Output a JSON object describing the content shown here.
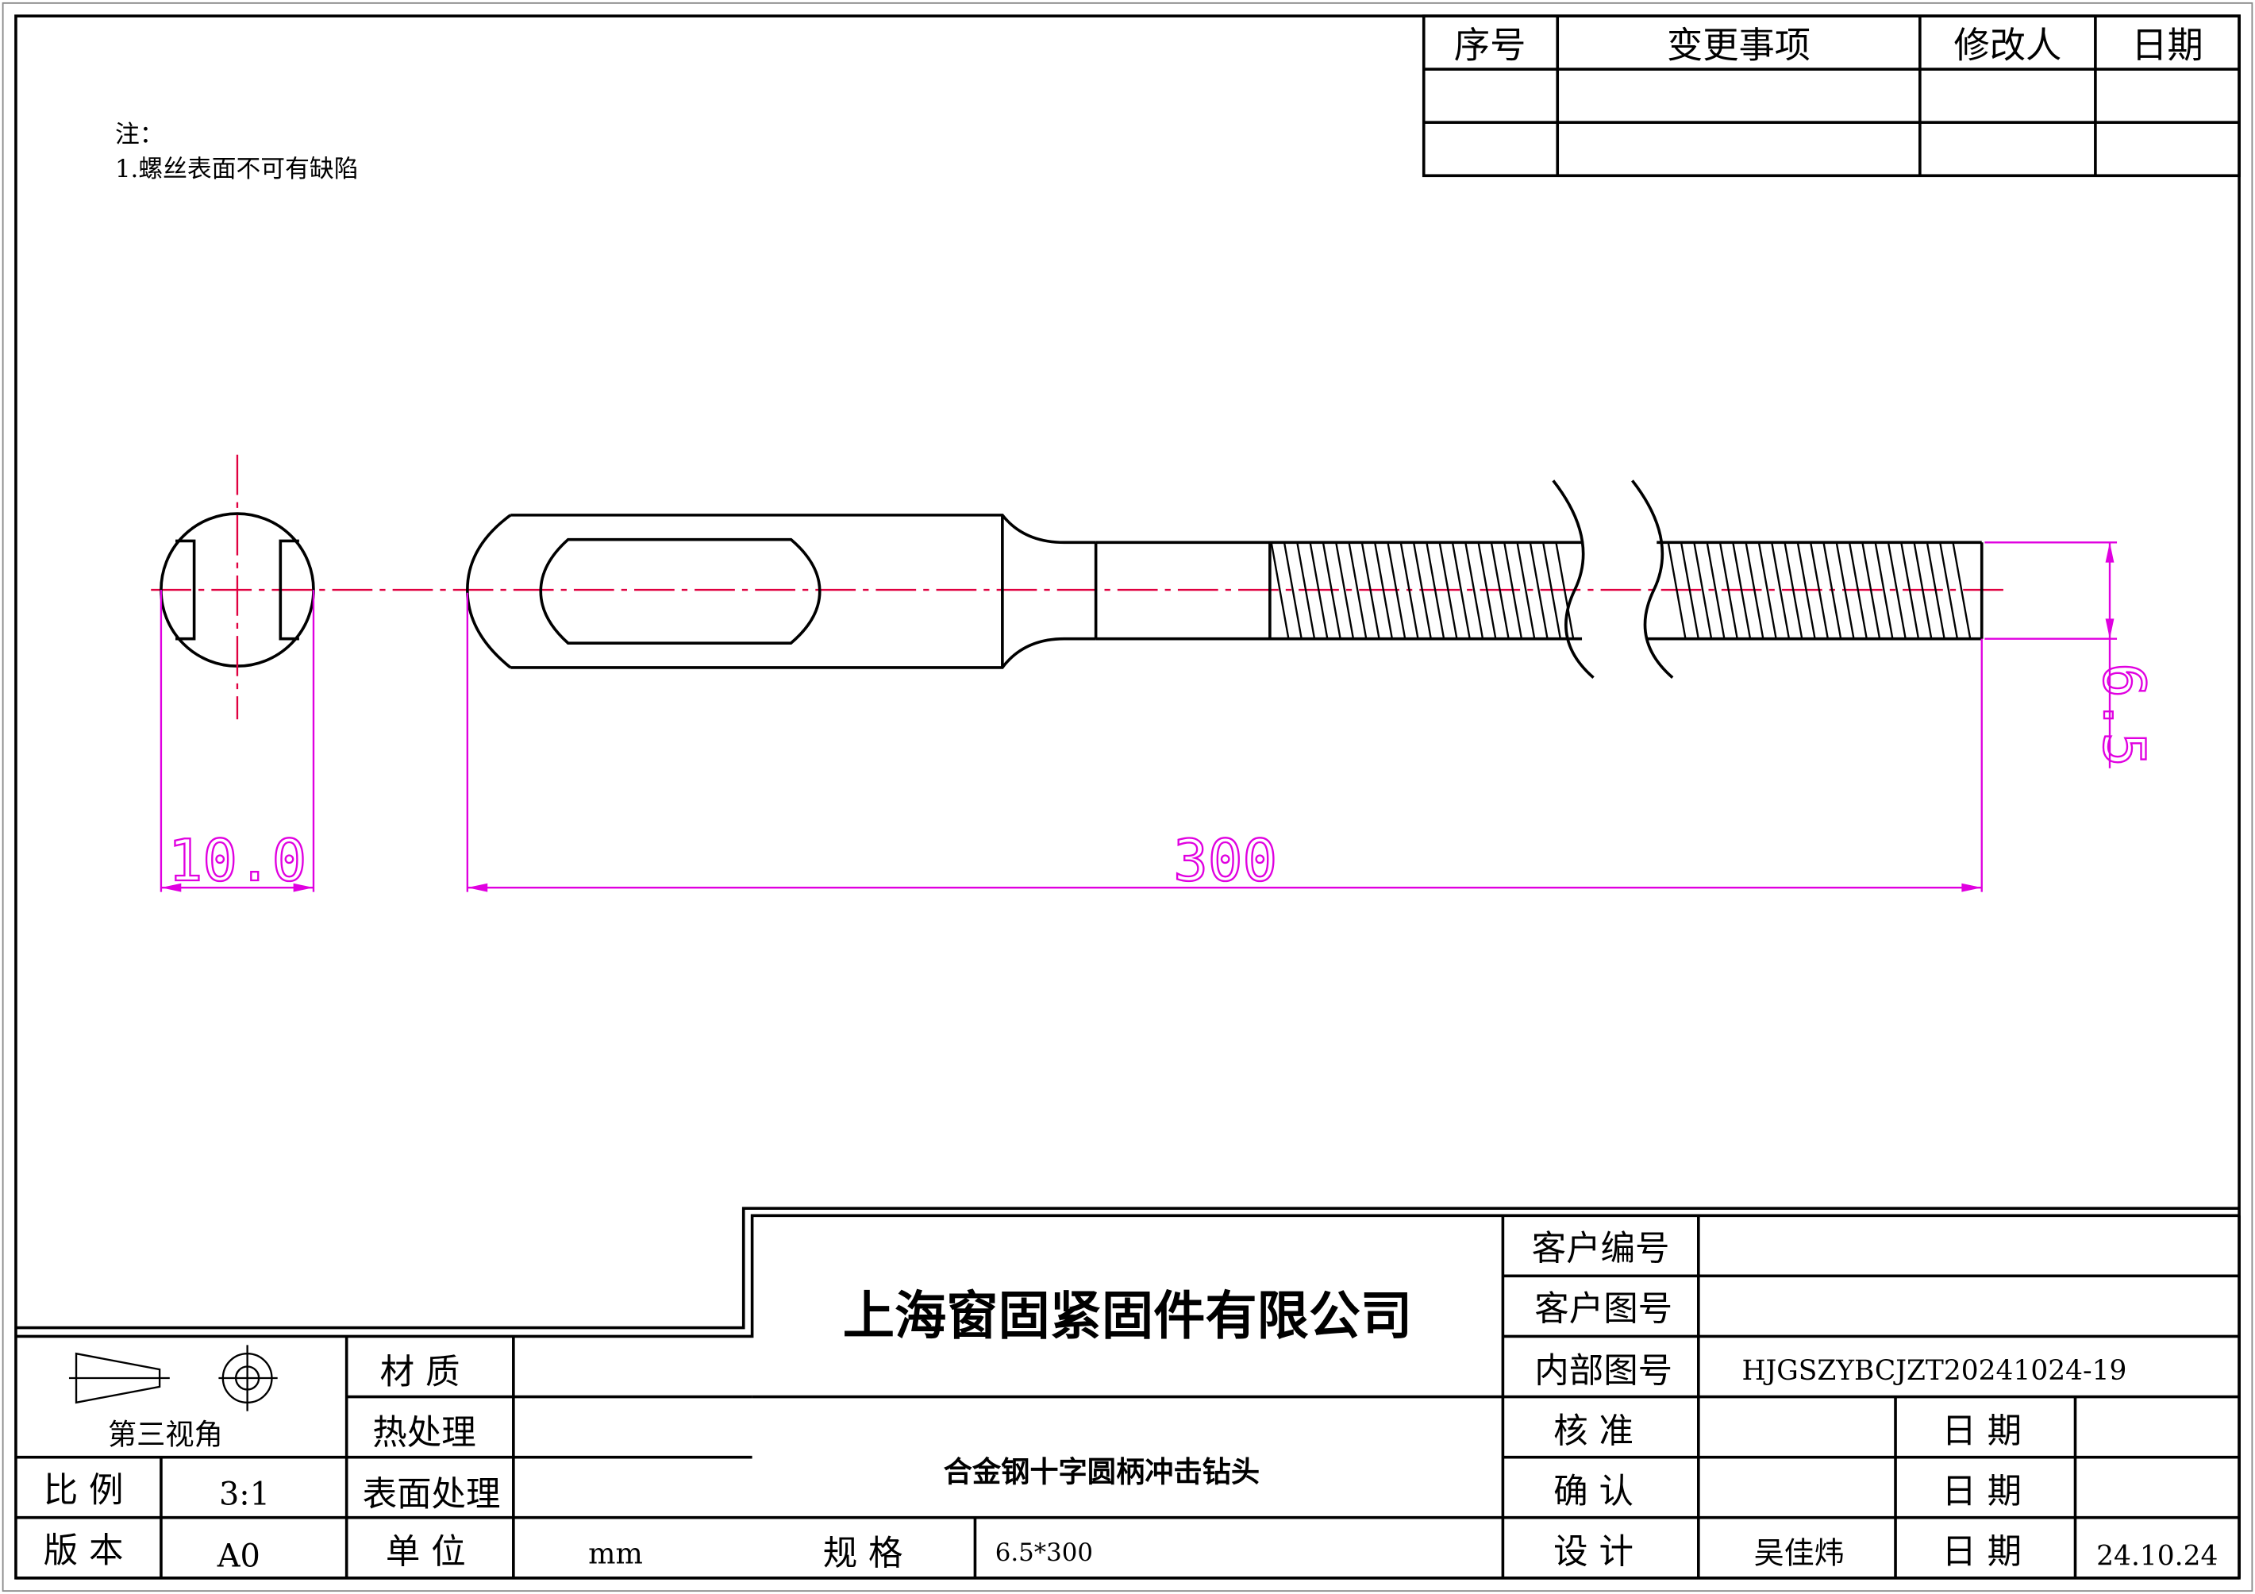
{
  "notes": {
    "heading": "注：",
    "items": [
      "1.螺丝表面不可有缺陷"
    ]
  },
  "revision_table": {
    "headers": [
      "序号",
      "变更事项",
      "修改人",
      "日期"
    ],
    "rows": [
      [
        "",
        "",
        "",
        ""
      ],
      [
        "",
        "",
        "",
        ""
      ]
    ]
  },
  "dimensions": {
    "head_diameter": "10.0",
    "total_length": "300",
    "thread_diameter": "6.5"
  },
  "title_block": {
    "company": "上海窗固紧固件有限公司",
    "part_name": "合金钢十字圆柄冲击钻头",
    "projection": "第三视角",
    "material_label": "材 质",
    "material_value": "",
    "heat_treatment_label": "热处理",
    "heat_treatment_value": "",
    "surface_label": "表面处理",
    "surface_value": "",
    "scale_label": "比 例",
    "scale_value": "3:1",
    "version_label": "版 本",
    "version_value": "A0",
    "unit_label": "单 位",
    "unit_value": "mm",
    "spec_label": "规  格",
    "spec_value": "6.5*300",
    "customer_no_label": "客户编号",
    "customer_no_value": "",
    "customer_drawing_label": "客户图号",
    "customer_drawing_value": "",
    "internal_drawing_label": "内部图号",
    "internal_drawing_value": "HJGSZYBCJZT20241024-19",
    "check_label": "核  准",
    "confirm_label": "确  认",
    "design_label": "设  计",
    "designer": "吴佳炜",
    "date_label": "日 期",
    "check_date": "",
    "confirm_date": "",
    "design_date": "24.10.24"
  },
  "colors": {
    "dimension": "#e000e0",
    "centerline": "#e00040"
  }
}
